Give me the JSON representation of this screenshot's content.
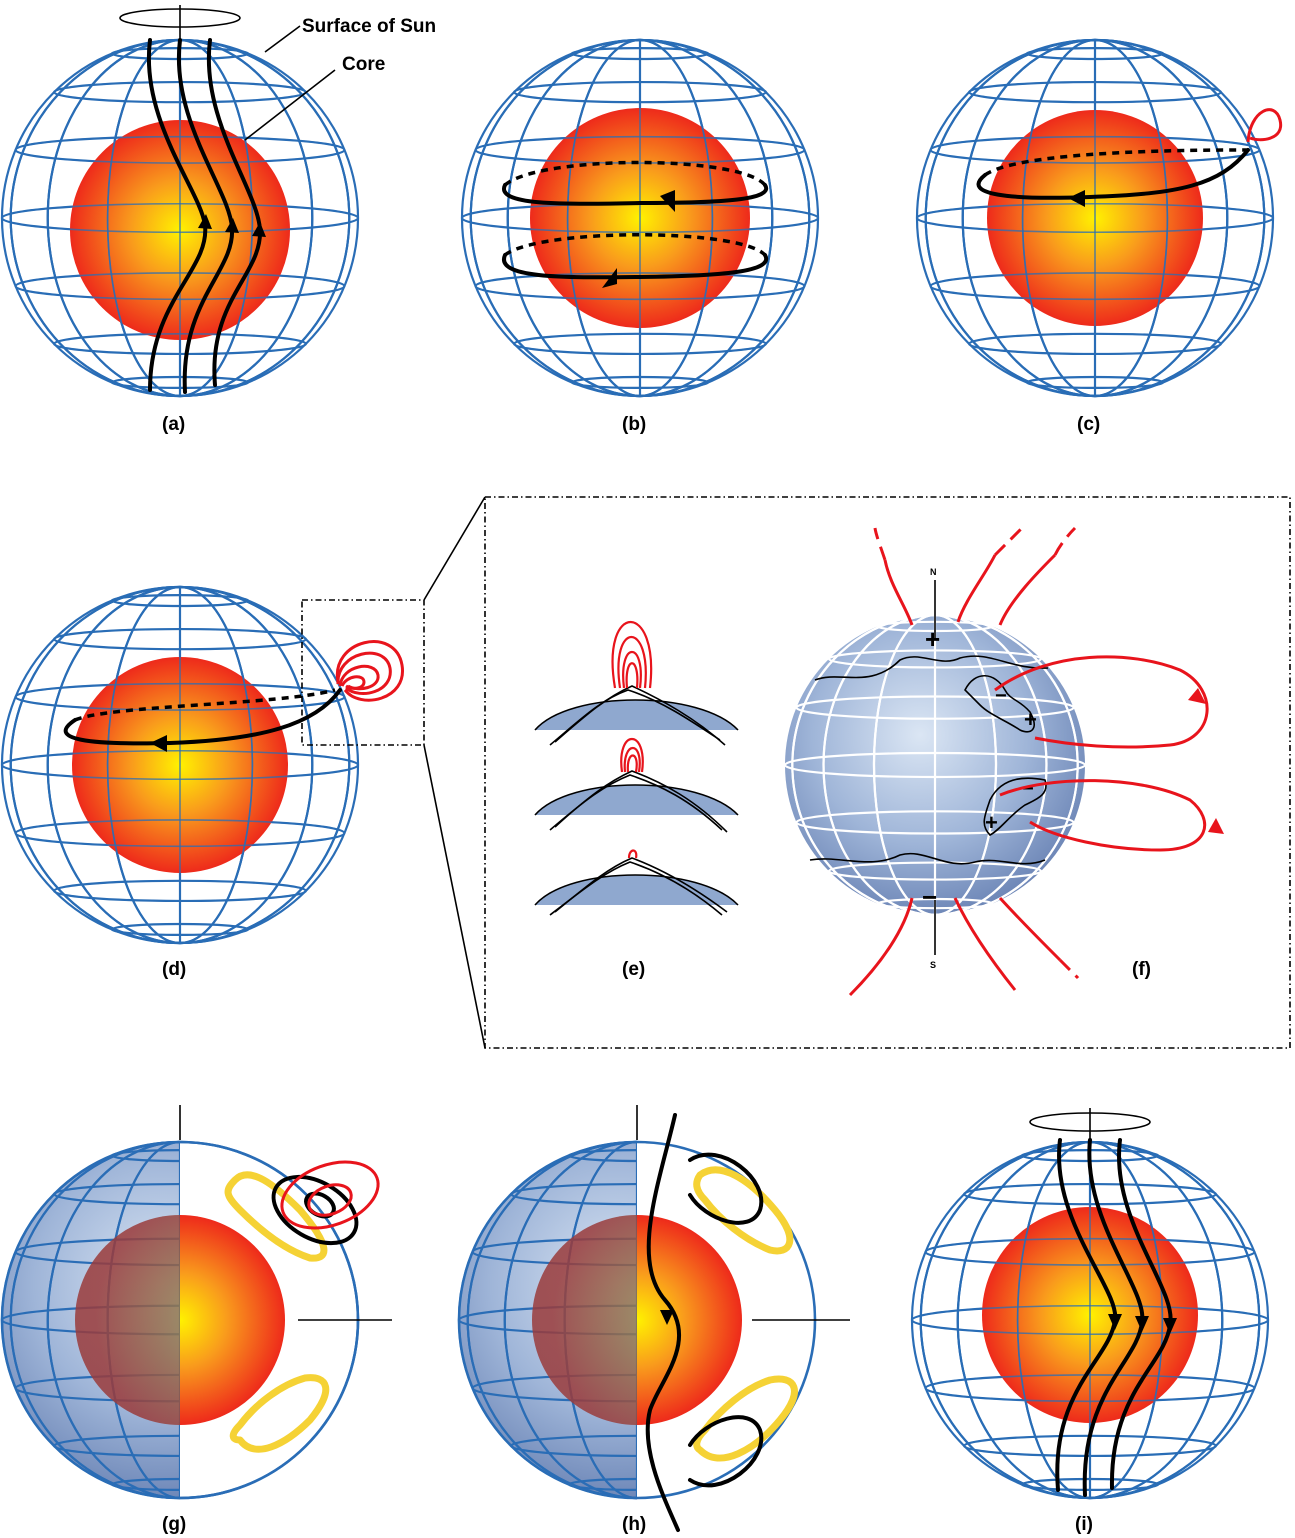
{
  "labels": {
    "surface_of_sun": "Surface of Sun",
    "core": "Core",
    "panel_a": "(a)",
    "panel_b": "(b)",
    "panel_c": "(c)",
    "panel_d": "(d)",
    "panel_e": "(e)",
    "panel_f": "(f)",
    "panel_g": "(g)",
    "panel_h": "(h)",
    "panel_i": "(i)",
    "north": "N",
    "south": "S",
    "plus": "+",
    "minus": "−"
  },
  "colors": {
    "grid": "#2a6db6",
    "core_center": "#fff200",
    "core_edge": "#ee2a1b",
    "field_line": "#000000",
    "loop_red": "#e8141c",
    "circulation_yellow": "#f5d235",
    "sphere_blue": "#8fa8cf"
  }
}
